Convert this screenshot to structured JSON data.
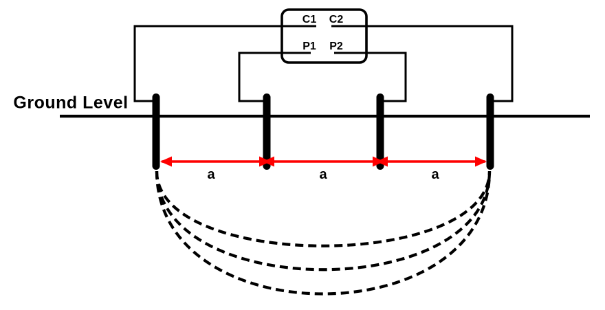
{
  "diagram": {
    "ground_label": "Ground Level",
    "instrument": {
      "c1": "C1",
      "c2": "C2",
      "p1": "P1",
      "p2": "P2"
    },
    "spacing_labels": [
      "a",
      "a",
      "a"
    ],
    "colors": {
      "line": "#000000",
      "arrow": "#fe0000",
      "background": "#ffffff"
    }
  }
}
